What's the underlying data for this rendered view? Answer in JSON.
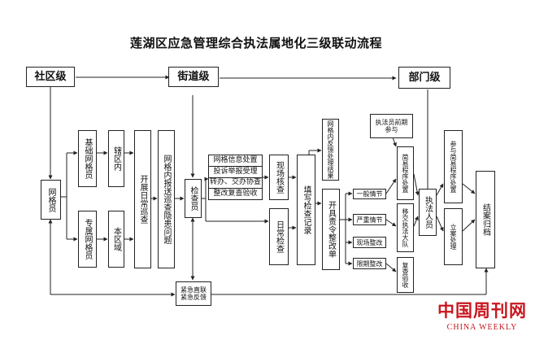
{
  "title": "莲湖区应急管理综合执法属地化三级联动流程",
  "levels": {
    "community": "社区级",
    "street": "街道级",
    "department": "部门级"
  },
  "nodes": {
    "grid_member": "网格员",
    "basic_grid_member": "基础网格员",
    "dedicated_grid_member": "专属网格员",
    "in_area": "辖区内",
    "this_area": "本区域",
    "patrol": "开展日常巡查",
    "report_hazard": "网格内报送巡查隐患问题",
    "inspector": "检查员",
    "tasks": [
      "网格信息处置",
      "投诉举报受理",
      "转办、交办协查",
      "整改复查验收"
    ],
    "onsite_check": "现场核查",
    "daily_check": "日常检查",
    "fill_record": "填写检查记录",
    "grid_feedback": "网格内反馈处理结果",
    "rectify_order": "开具责令整改单",
    "general": "一般情节",
    "serious": "严重情节",
    "immediate": "现场整改",
    "deadline": "限期整改",
    "officer_join": "执法员前期参与",
    "simple_proc": "简易程序处置",
    "transfer_team": "移交执法大队",
    "review": "复查验收",
    "officer": "执法人员",
    "join_simple": "参与简易程序处置",
    "case_handle": "立案处理",
    "archive": "结案归档",
    "emergency": [
      "紧急直联",
      "紧急反馈"
    ]
  },
  "brand": {
    "cn": "中国周刊网",
    "en": "CHINA WEEKLY"
  }
}
